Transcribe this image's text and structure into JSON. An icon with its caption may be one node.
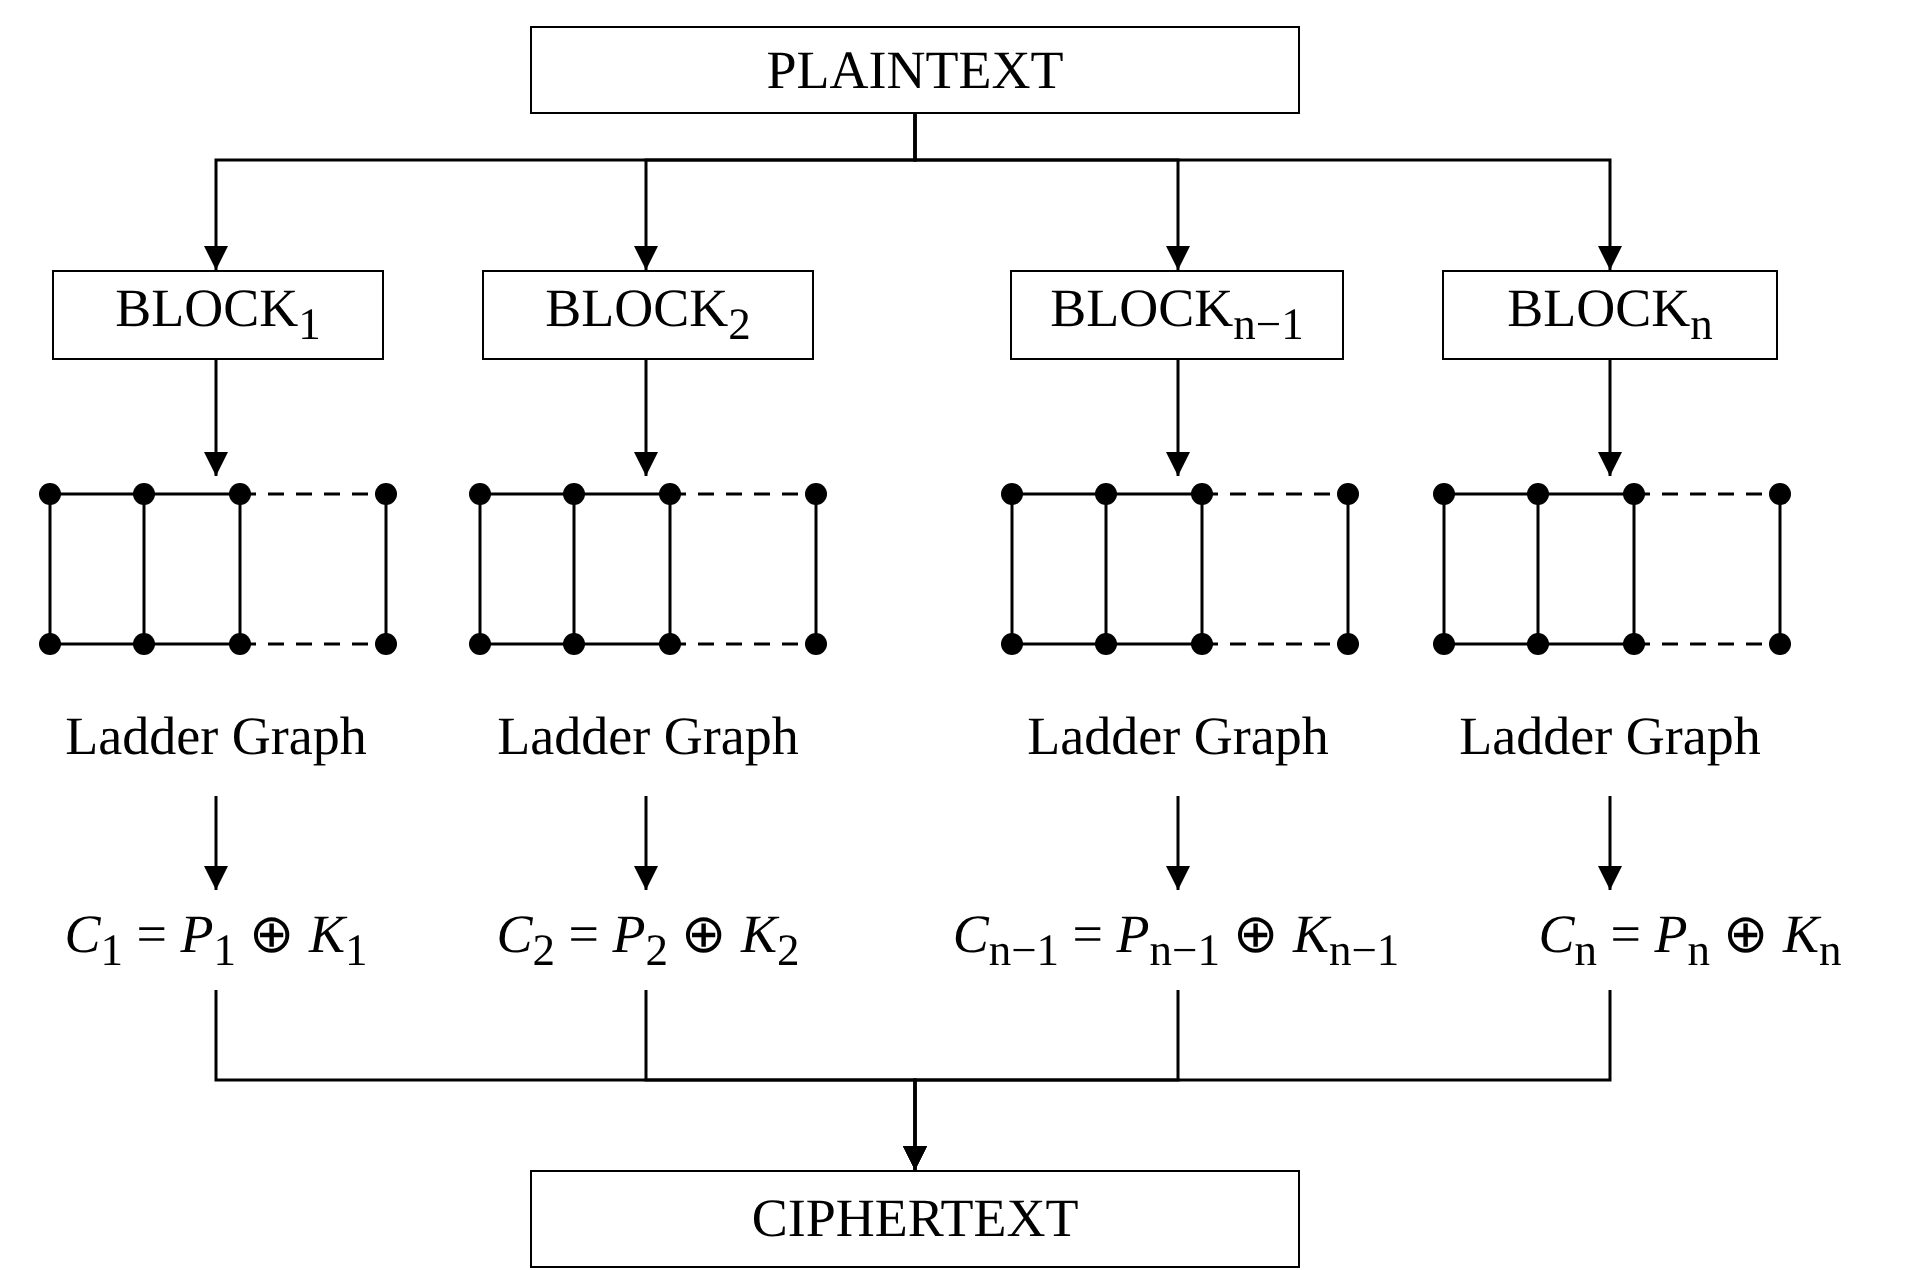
{
  "diagram": {
    "nodes": [
      {
        "text": [
          "PLAINTEXT"
        ]
      },
      {
        "text": [
          "BLOCK$_{1}$"
        ]
      },
      {
        "text": [
          "BLOCK$_{2}$"
        ]
      },
      {
        "text": [
          "BLOCK$_{n−1}$"
        ]
      },
      {
        "text": [
          "BLOCK$_{n}$"
        ]
      },
      {
        "text": [
          "Ladder Graph"
        ]
      },
      {
        "text": [
          "Ladder Graph"
        ]
      },
      {
        "text": [
          "Ladder Graph"
        ]
      },
      {
        "text": [
          "Ladder Graph"
        ]
      },
      {
        "text": [
          "*C*$_{1}$ = *P*$_{1}$ ⊕ *K*$_{1}$"
        ]
      },
      {
        "text": [
          "*C*$_{2}$ = *P*$_{2}$ ⊕ *K*$_{2}$"
        ]
      },
      {
        "text": [
          "*C*$_{n−1}$ = *P*$_{n−1}$ ⊕ *K*$_{n−1}$"
        ]
      },
      {
        "text": [
          "*C*$_{n}$ = *P*$_{n}$ ⊕ *K*$_{n}$"
        ]
      },
      {
        "text": [
          "CIPHERTEXT"
        ]
      }
    ],
    "edges": [
      {
        "from": 0,
        "to": 1,
        "arrow": "to"
      },
      {
        "from": 0,
        "to": 2,
        "arrow": "to"
      },
      {
        "from": 0,
        "to": 3,
        "arrow": "to"
      },
      {
        "from": 0,
        "to": 4,
        "arrow": "to"
      },
      {
        "from": 1,
        "to": 5,
        "arrow": "to"
      },
      {
        "from": 2,
        "to": 6,
        "arrow": "to"
      },
      {
        "from": 3,
        "to": 7,
        "arrow": "to"
      },
      {
        "from": 4,
        "to": 8,
        "arrow": "to"
      },
      {
        "from": 5,
        "to": 9,
        "arrow": "to"
      },
      {
        "from": 6,
        "to": 10,
        "arrow": "to"
      },
      {
        "from": 7,
        "to": 11,
        "arrow": "to"
      },
      {
        "from": 8,
        "to": 12,
        "arrow": "to"
      },
      {
        "from": 9,
        "to": 13,
        "arrow": "to"
      },
      {
        "from": 10,
        "to": 13,
        "arrow": "to"
      },
      {
        "from": 11,
        "to": 13,
        "arrow": "to"
      },
      {
        "from": 12,
        "to": 13,
        "arrow": "to"
      }
    ]
  }
}
